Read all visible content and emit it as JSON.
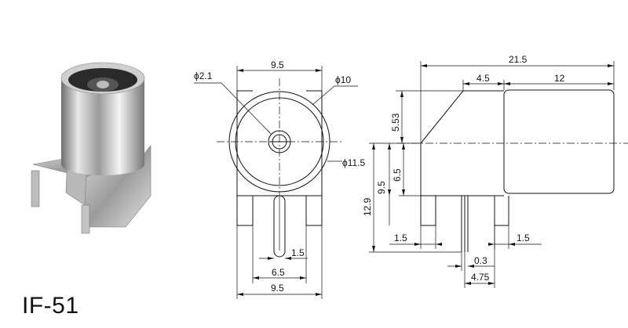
{
  "title": "IF-51",
  "front_view": {
    "width_top": "9.5",
    "hole_dia": "ϕ2.1",
    "inner_dia": "ϕ10",
    "outer_dia": "ϕ11.5",
    "pin_width": "1.5",
    "leg_span": "6.5",
    "base_width": "9.5"
  },
  "side_view": {
    "overall_length": "21.5",
    "step_length": "4.5",
    "barrel_length": "12",
    "upper_height": "5.53",
    "center_height_a": "9.5",
    "center_height_b": "6.5",
    "total_height": "12.9",
    "leg_left": "1.5",
    "leg_right": "1.5",
    "slot_width": "0.3",
    "slot_offset": "4.75"
  }
}
